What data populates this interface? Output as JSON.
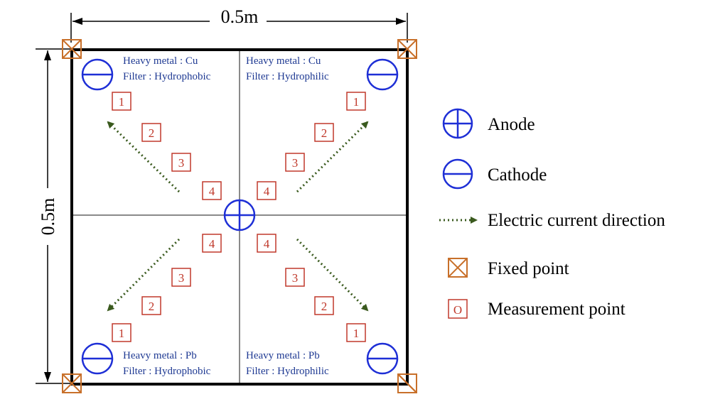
{
  "dimensions": {
    "width_label": "0.5m",
    "height_label": "0.5m"
  },
  "quadrants": {
    "top_left": {
      "metal": "Heavy metal : Cu",
      "filter": "Filter : Hydrophobic"
    },
    "top_right": {
      "metal": "Heavy metal : Cu",
      "filter": "Filter : Hydrophilic"
    },
    "bottom_left": {
      "metal": "Heavy metal : Pb",
      "filter": "Filter : Hydrophobic"
    },
    "bottom_right": {
      "metal": "Heavy metal : Pb",
      "filter": "Filter : Hydrophilic"
    }
  },
  "measurement_point_labels": [
    "1",
    "2",
    "3",
    "4"
  ],
  "legend": {
    "anode": "Anode",
    "cathode": "Cathode",
    "current": "Electric current direction",
    "fixed_point": "Fixed point",
    "measurement_point": "Measurement point",
    "measurement_symbol": "O"
  },
  "colors": {
    "electrode": "#1e2fd6",
    "measurement": "#c0392b",
    "fixed_point": "#c8702a",
    "current_arrow": "#3a5a1e",
    "quad_text": "#1f3a93",
    "grid_line": "#8a8a8a"
  }
}
